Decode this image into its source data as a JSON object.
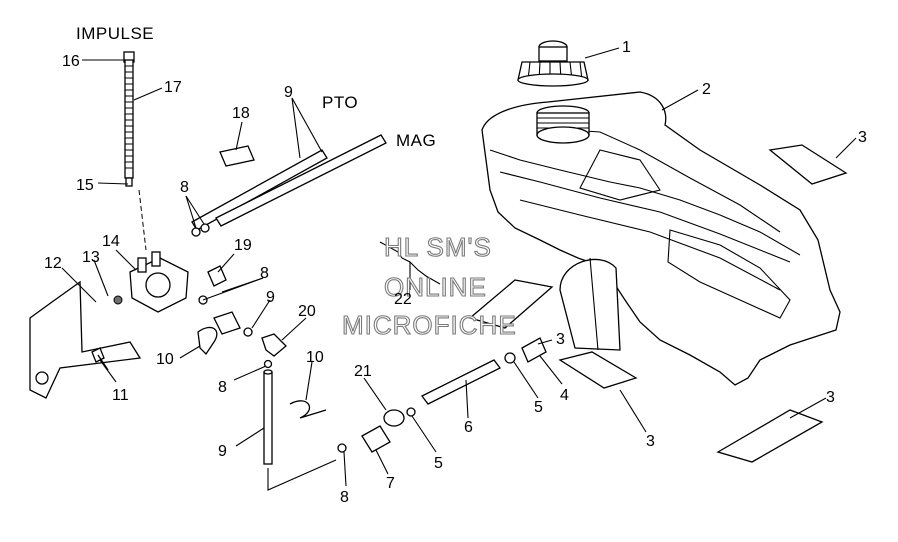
{
  "labels": {
    "impulse": "IMPULSE",
    "pto": "PTO",
    "mag": "MAG"
  },
  "watermark": [
    "HL SM'S",
    "ONLINE",
    "MICROFICHE"
  ],
  "callouts": {
    "c1": "1",
    "c2": "2",
    "c3a": "3",
    "c3b": "3",
    "c3c": "3",
    "c3d": "3",
    "c4": "4",
    "c5a": "5",
    "c5b": "5",
    "c6": "6",
    "c7": "7",
    "c8a": "8",
    "c8b": "8",
    "c8c": "8",
    "c8d": "8",
    "c9a": "9",
    "c9b": "9",
    "c9c": "9",
    "c10a": "10",
    "c10b": "10",
    "c11": "11",
    "c12": "12",
    "c13": "13",
    "c14": "14",
    "c15": "15",
    "c16": "16",
    "c17": "17",
    "c18": "18",
    "c19": "19",
    "c20": "20",
    "c21": "21",
    "c22": "22"
  }
}
